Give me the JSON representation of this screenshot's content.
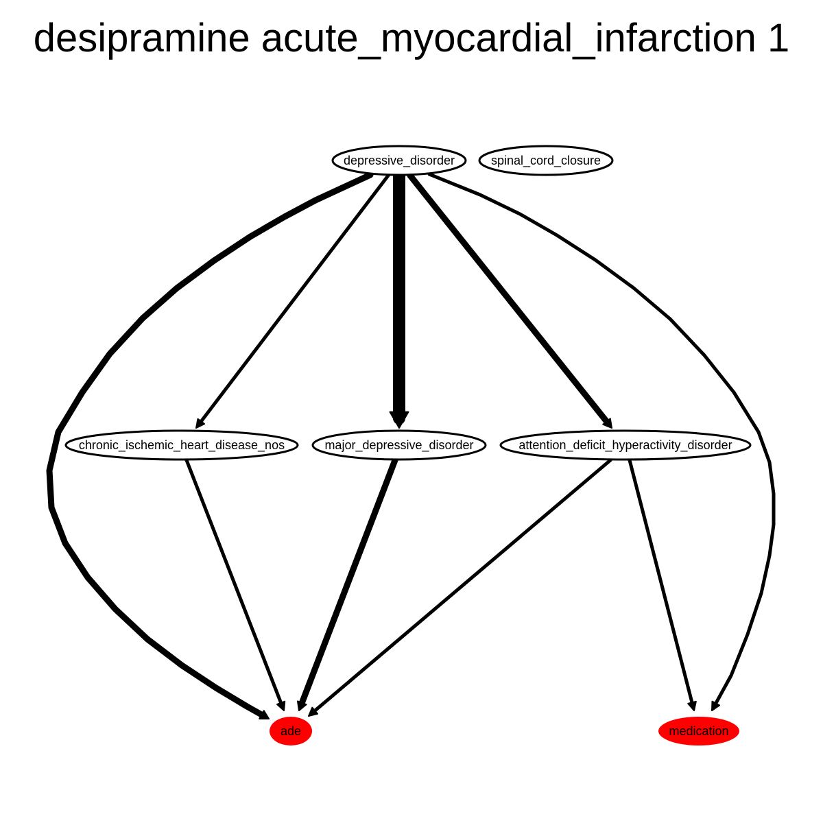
{
  "title": "desipramine acute_myocardial_infarction 1",
  "colors": {
    "edge": "#000000",
    "node_fill": "#ffffff",
    "outcome_fill": "#ff0000"
  },
  "nodes": [
    {
      "id": "depressive_disorder",
      "label": "depressive_disorder",
      "kind": "normal"
    },
    {
      "id": "spinal_cord_closure",
      "label": "spinal_cord_closure",
      "kind": "normal"
    },
    {
      "id": "chronic_ischemic_heart_disease_nos",
      "label": "chronic_ischemic_heart_disease_nos",
      "kind": "normal"
    },
    {
      "id": "major_depressive_disorder",
      "label": "major_depressive_disorder",
      "kind": "normal"
    },
    {
      "id": "attention_deficit_hyperactivity_disorder",
      "label": "attention_deficit_hyperactivity_disorder",
      "kind": "normal"
    },
    {
      "id": "ade",
      "label": "ade",
      "kind": "outcome"
    },
    {
      "id": "medication",
      "label": "medication",
      "kind": "outcome"
    }
  ],
  "edges": [
    {
      "from": "depressive_disorder",
      "to": "ade",
      "weight": 9
    },
    {
      "from": "depressive_disorder",
      "to": "chronic_ischemic_heart_disease_nos",
      "weight": 5
    },
    {
      "from": "depressive_disorder",
      "to": "major_depressive_disorder",
      "weight": 18
    },
    {
      "from": "depressive_disorder",
      "to": "attention_deficit_hyperactivity_disorder",
      "weight": 9
    },
    {
      "from": "depressive_disorder",
      "to": "medication",
      "weight": 5
    },
    {
      "from": "chronic_ischemic_heart_disease_nos",
      "to": "ade",
      "weight": 5
    },
    {
      "from": "major_depressive_disorder",
      "to": "ade",
      "weight": 9
    },
    {
      "from": "attention_deficit_hyperactivity_disorder",
      "to": "ade",
      "weight": 5
    },
    {
      "from": "attention_deficit_hyperactivity_disorder",
      "to": "medication",
      "weight": 5
    }
  ]
}
